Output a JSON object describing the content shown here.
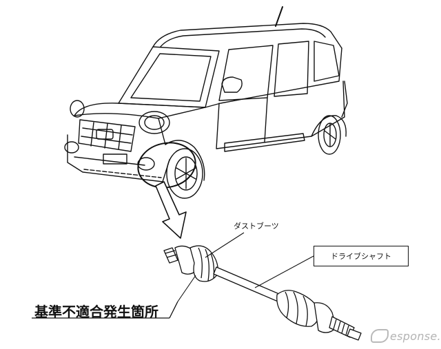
{
  "labels": {
    "dust_boot": "ダストブーツ",
    "drive_shaft": "ドライブシャフト",
    "defect_location": "基準不適合発生箇所"
  },
  "watermark": {
    "text": "esponse.",
    "icon": "response-logo-icon"
  },
  "colors": {
    "line": "#111111",
    "watermark": "#b3b3b3"
  }
}
